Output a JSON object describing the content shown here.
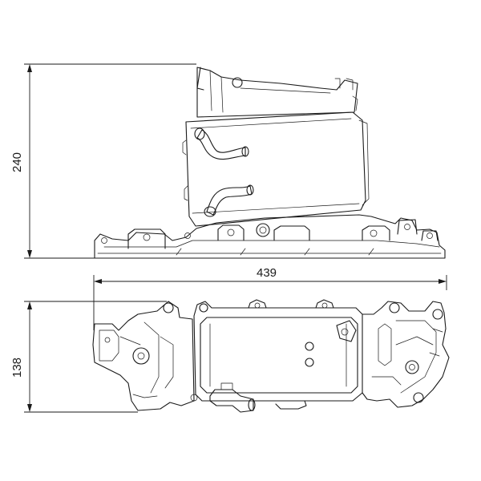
{
  "dimensions": {
    "height_side": "240",
    "length": "439",
    "height_top": "138"
  }
}
